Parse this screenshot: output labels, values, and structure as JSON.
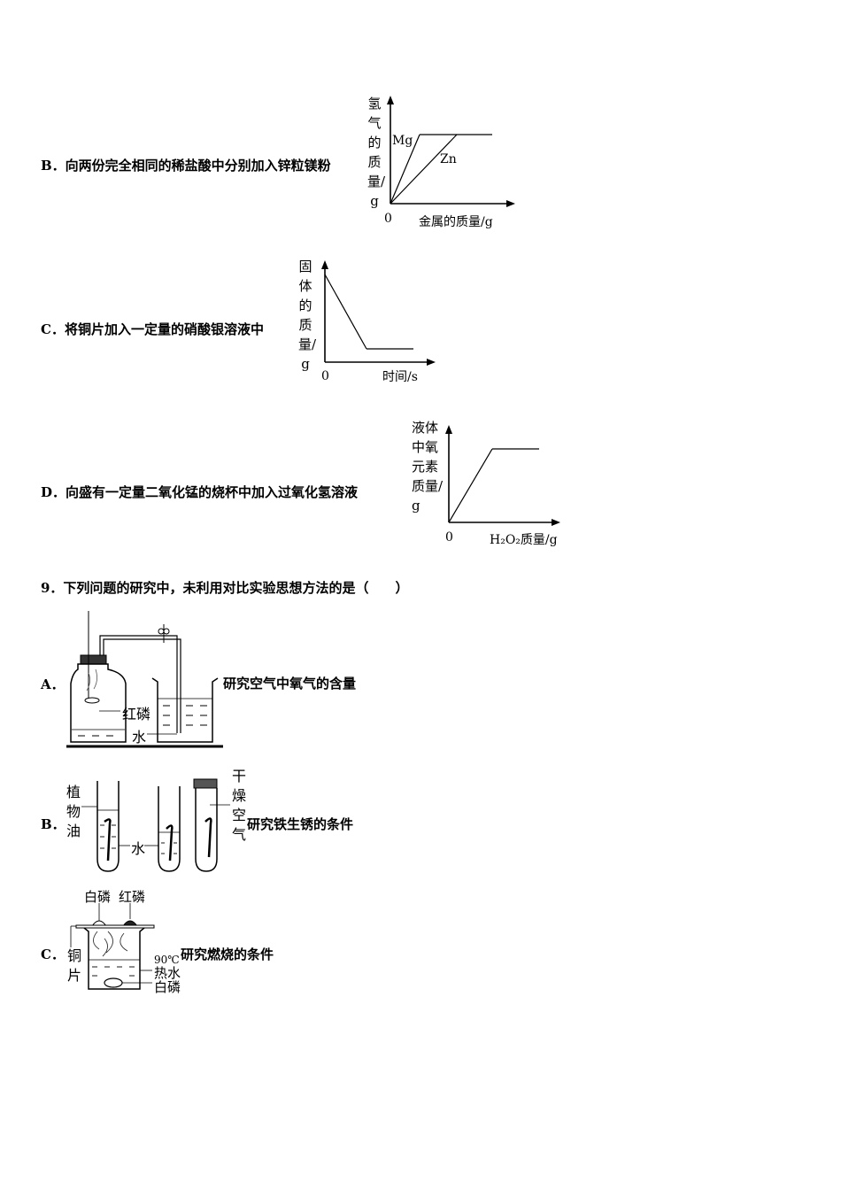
{
  "graph_b": {
    "option_text": "B．向两份完全相同的稀盐酸中分别加入锌粒镁粉",
    "ylabel": "氢气的质量/g",
    "origin": "0",
    "xlabel": "金属的质量/g",
    "series_mg": "Mg",
    "series_zn": "Zn"
  },
  "graph_c": {
    "option_text": "C．将铜片加入一定量的硝酸银溶液中",
    "ylabel": "固体的质量/g",
    "origin": "0",
    "xlabel": "时间/s"
  },
  "graph_d": {
    "option_text": "D．向盛有一定量二氧化锰的烧杯中加入过氧化氢溶液",
    "ylabel": "液体中氧元素质量/g",
    "origin": "0",
    "xlabel": "H₂O₂质量/g"
  },
  "question9": {
    "stem": "9．下列问题的研究中，未利用对比实验思想方法的是（　　）",
    "a": {
      "letter": "A．",
      "caption": "研究空气中氧气的含量",
      "label_red_p": "红磷",
      "label_water": "水"
    },
    "b": {
      "letter": "B．",
      "caption": "研究铁生锈的条件",
      "label_oil": "植物油",
      "label_water": "水",
      "label_dry_air": "干燥空气"
    },
    "c": {
      "letter": "C．",
      "caption": "研究燃烧的条件",
      "label_white_p_top": "白磷",
      "label_red_p_top": "红磷",
      "label_copper": "铜片",
      "label_temp": "90℃",
      "label_hot_water": "热水",
      "label_white_p_bottom": "白磷"
    }
  }
}
